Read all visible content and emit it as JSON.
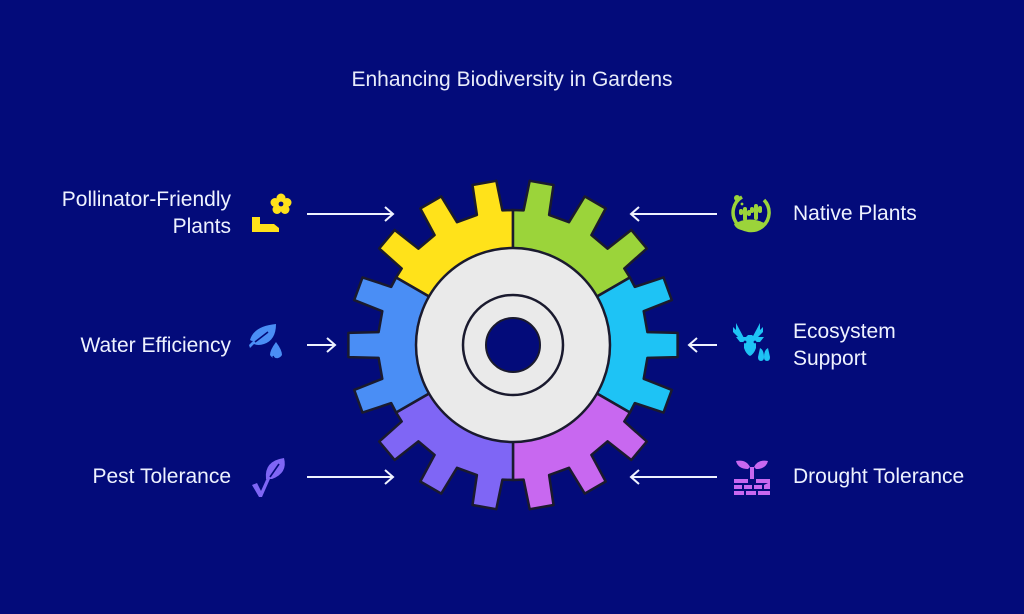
{
  "title": "Enhancing Biodiversity in Gardens",
  "background_color": "#030B7A",
  "gear": {
    "hub_color": "#EAEAEA",
    "outline_color": "#1A1A2E",
    "segments": [
      {
        "id": "pollinator",
        "color": "#FFE21A"
      },
      {
        "id": "native",
        "color": "#9BD43A"
      },
      {
        "id": "ecosystem",
        "color": "#1EC3F5"
      },
      {
        "id": "drought",
        "color": "#C868F0"
      },
      {
        "id": "pest",
        "color": "#7F66F5"
      },
      {
        "id": "water",
        "color": "#4A8EF5"
      }
    ]
  },
  "items": {
    "pollinator": {
      "label_line1": "Pollinator-Friendly",
      "label_line2": "Plants",
      "icon": "flower-hand-icon",
      "color": "#FFE21A"
    },
    "native": {
      "label_line1": "Native Plants",
      "icon": "native-plants-circle-icon",
      "color": "#9BD43A"
    },
    "water": {
      "label_line1": "Water Efficiency",
      "icon": "leaf-water-drop-icon",
      "color": "#4A8EF5"
    },
    "ecosystem": {
      "label_line1": "Ecosystem",
      "label_line2": "Support",
      "icon": "deer-footprint-icon",
      "color": "#1EC3F5"
    },
    "pest": {
      "label_line1": "Pest Tolerance",
      "icon": "leaf-check-icon",
      "color": "#7F66F5"
    },
    "drought": {
      "label_line1": "Drought Tolerance",
      "icon": "sprout-brick-icon",
      "color": "#C868F0"
    }
  }
}
